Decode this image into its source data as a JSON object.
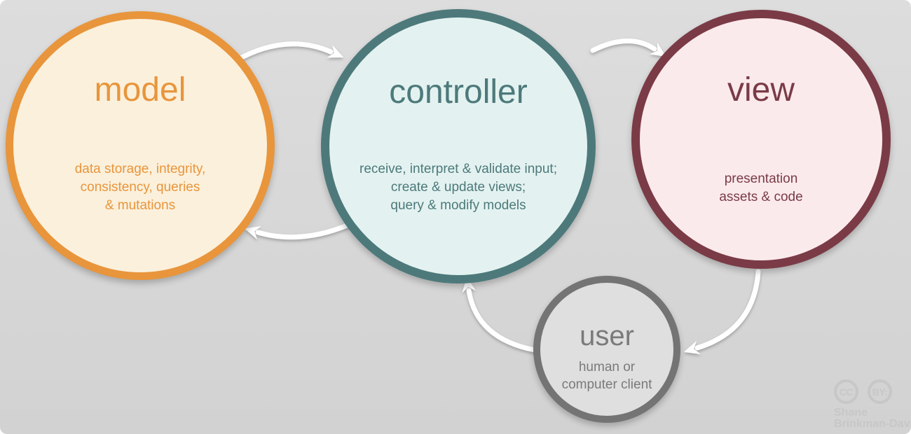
{
  "diagram": {
    "subject": "model-view-controller pattern",
    "background_color": "#d3d3d3",
    "arrow_color": "#ffffff"
  },
  "nodes": [
    {
      "id": "model",
      "title": "model",
      "description": [
        "data storage, integrity,",
        "consistency, queries",
        "& mutations"
      ],
      "border_color": "#e8953c",
      "fill_color": "#fbf0db",
      "text_color": "#e8953c"
    },
    {
      "id": "controller",
      "title": "controller",
      "description": [
        "receive, interpret & validate input;",
        "create & update views;",
        "query & modify models"
      ],
      "border_color": "#4d797b",
      "fill_color": "#e3f2f0",
      "text_color": "#4d797b"
    },
    {
      "id": "view",
      "title": "view",
      "description": [
        "presentation",
        "assets & code"
      ],
      "border_color": "#7a3b46",
      "fill_color": "#fbeaec",
      "text_color": "#7a3b46"
    },
    {
      "id": "user",
      "title": "user",
      "description": [
        "human or",
        "computer client"
      ],
      "border_color": "#747474",
      "fill_color": "#dfdfdf",
      "text_color": "#7a7a7a"
    }
  ],
  "edges": [
    {
      "from": "model",
      "to": "controller"
    },
    {
      "from": "controller",
      "to": "view"
    },
    {
      "from": "controller",
      "to": "model"
    },
    {
      "from": "view",
      "to": "user"
    },
    {
      "from": "user",
      "to": "controller"
    }
  ],
  "attribution": {
    "icons": [
      "CC",
      "BY:"
    ],
    "author_lines": [
      "Shane",
      "Brinkman-Davis"
    ]
  }
}
